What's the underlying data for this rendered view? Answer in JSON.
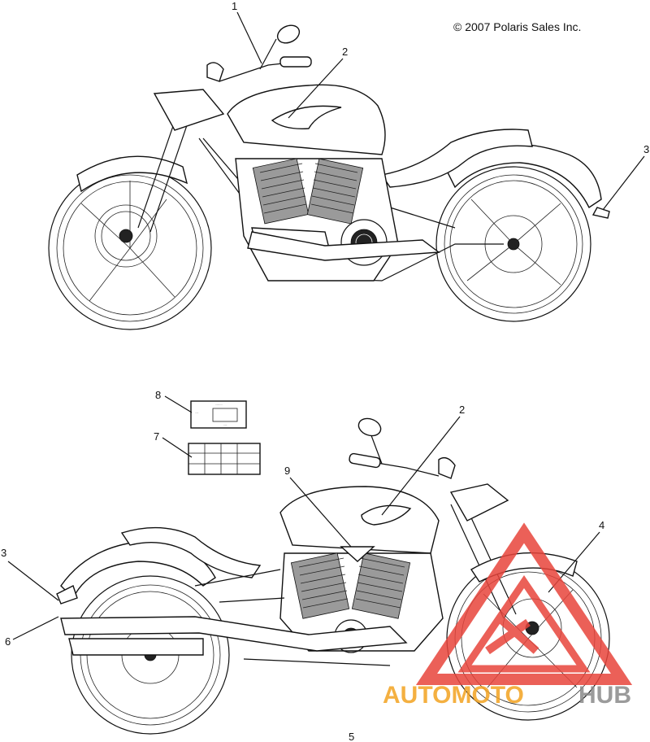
{
  "copyright": "© 2007 Polaris Sales Inc.",
  "callouts": {
    "c1": "1",
    "c2a": "2",
    "c3a": "3",
    "c8": "8",
    "c7": "7",
    "c2b": "2",
    "c9": "9",
    "c4": "4",
    "c3b": "3",
    "c6": "6",
    "c5": "5"
  },
  "watermark": {
    "text_a": "AUTOMOTO",
    "text_b": "HUB",
    "color_red": "#e8453c",
    "color_orange": "#f3a321",
    "color_gray": "#8a8a8a"
  }
}
